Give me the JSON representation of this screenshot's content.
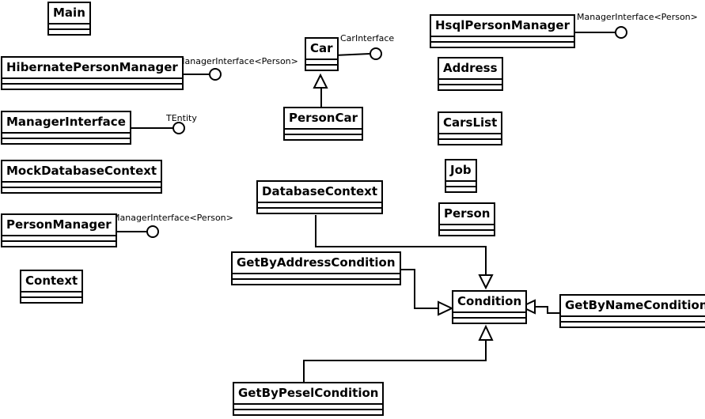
{
  "classes": {
    "main": "Main",
    "hibernate_person_manager": "HibernatePersonManager",
    "manager_interface": "ManagerInterface",
    "mock_database_context": "MockDatabaseContext",
    "person_manager": "PersonManager",
    "context": "Context",
    "car": "Car",
    "person_car": "PersonCar",
    "hsql_person_manager": "HsqlPersonManager",
    "address": "Address",
    "cars_list": "CarsList",
    "job": "Job",
    "person": "Person",
    "database_context": "DatabaseContext",
    "get_by_address_condition": "GetByAddressCondition",
    "condition": "Condition",
    "get_by_name_condition": "GetByNameCondition",
    "get_by_pesel_condition": "GetByPeselCondition"
  },
  "interfaces": {
    "hibernate_iface": "ManagerInterface<Person>",
    "car_iface": "CarInterface",
    "manager_iface_tentity": "TEntity",
    "person_manager_iface": "ManagerInterface<Person>",
    "hsql_iface": "ManagerInterface<Person>"
  }
}
